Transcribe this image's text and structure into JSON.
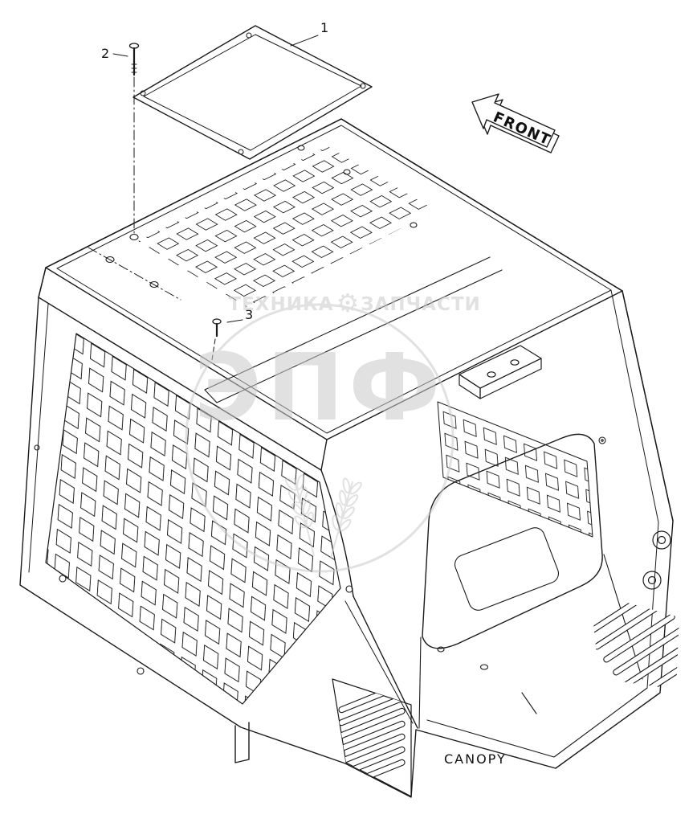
{
  "figure": {
    "caption": "CANOPY",
    "callouts": [
      "1",
      "2",
      "3"
    ],
    "front_arrow_label": "FRONT"
  },
  "watermark": {
    "brand_left": "ТЕХНИКА",
    "brand_right": "ЗАПЧАСТИ",
    "gear_glyph": "⚙",
    "monogram": "ЭПФ",
    "color": "#c9c9c9"
  },
  "palette": {
    "line": "#1a1a1a",
    "background": "#ffffff"
  }
}
